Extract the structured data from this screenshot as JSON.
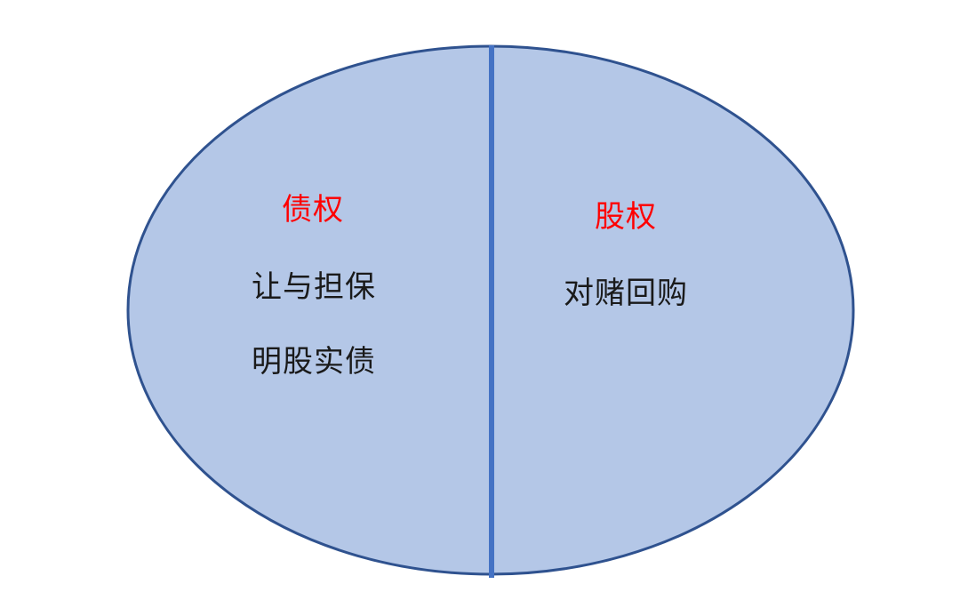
{
  "diagram": {
    "colors": {
      "fill": "#B4C7E7",
      "stroke": "#2F528F",
      "divider": "#4472C4",
      "heading": "#FF0000",
      "text": "#1A1A1A"
    },
    "left": {
      "heading": "债权",
      "items": [
        "让与担保",
        "明股实债"
      ]
    },
    "right": {
      "heading": "股权",
      "items": [
        "对赌回购"
      ]
    }
  }
}
